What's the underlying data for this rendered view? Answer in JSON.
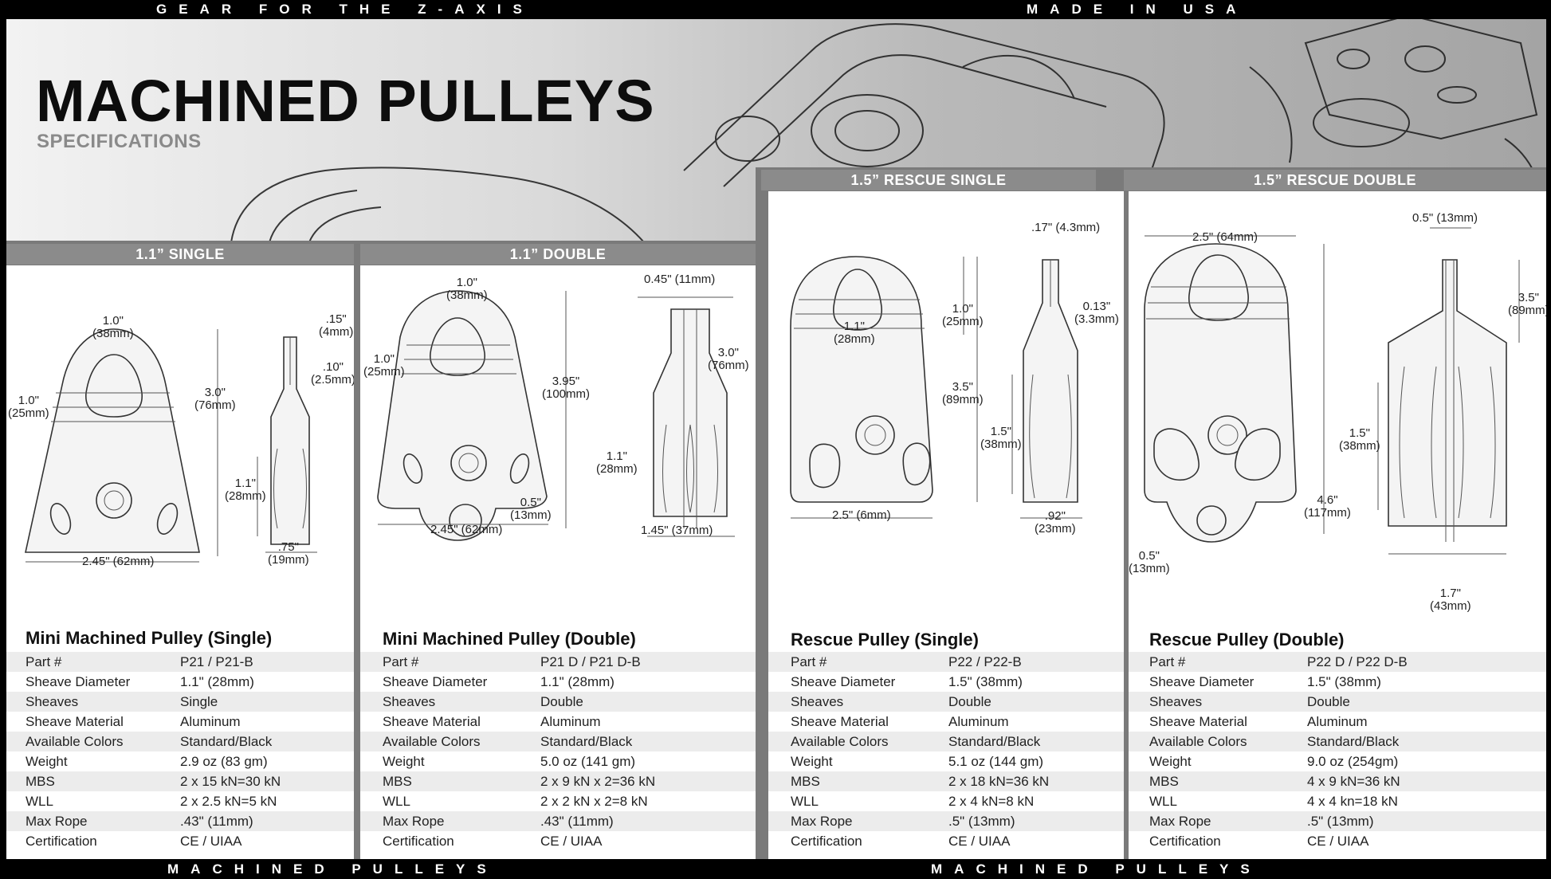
{
  "header": {
    "left_tagline": "GEAR FOR THE Z-AXIS",
    "right_tagline": "MADE IN USA",
    "title": "MACHINED PULLEYS",
    "subtitle": "SPECIFICATIONS"
  },
  "footer": {
    "left_label": "MACHINED PULLEYS",
    "right_label": "MACHINED PULLEYS"
  },
  "spec_labels": [
    "Part #",
    "Sheave Diameter",
    "Sheaves",
    "Sheave Material",
    "Available Colors",
    "Weight",
    "MBS",
    "WLL",
    "Max Rope",
    "Certification"
  ],
  "colors": {
    "panel_header": "#8b8b8b",
    "divider": "#7a7a7a",
    "row_alt": "#ececec",
    "text": "#111111"
  },
  "products": [
    {
      "header": "1.1” SINGLE",
      "name": "Mini Machined Pulley (Single)",
      "values": [
        "P21 / P21-B",
        "1.1\" (28mm)",
        "Single",
        "Aluminum",
        "Standard/Black",
        "2.9 oz (83 gm)",
        "2 x 15 kN=30 kN",
        "2 x 2.5 kN=5 kN",
        ".43\" (11mm)",
        "CE / UIAA"
      ],
      "dimensions": {
        "top_width": "1.0\"\n(38mm)",
        "eye_height": "1.0\"\n(25mm)",
        "height": "3.0\"\n(76mm)",
        "base_width": "2.45\" (62mm)",
        "plate_gap": ".15\"\n(4mm)",
        "side_gap": ".10\"\n(2.5mm)",
        "sheave_height": "1.1\"\n(28mm)",
        "side_width": ".75\"\n(19mm)"
      }
    },
    {
      "header": "1.1” DOUBLE",
      "name": "Mini Machined Pulley (Double)",
      "values": [
        "P21 D / P21 D-B",
        "1.1\" (28mm)",
        "Double",
        "Aluminum",
        "Standard/Black",
        "5.0 oz (141 gm)",
        "2 x 9 kN x 2=36 kN",
        "2 x 2 kN x 2=8 kN",
        ".43\" (11mm)",
        "CE / UIAA"
      ],
      "dimensions": {
        "top_width": "1.0\"\n(38mm)",
        "eye_height": "1.0\"\n(25mm)",
        "height": "3.95\"\n(100mm)",
        "base_width": "2.45\" (62mm)",
        "hole": "0.5\"\n(13mm)",
        "plate_width": "0.45\" (11mm)",
        "side_height": "3.0\"\n(76mm)",
        "sheave_height": "1.1\"\n(28mm)",
        "side_width": "1.45\" (37mm)"
      }
    },
    {
      "header": "1.5” RESCUE SINGLE",
      "name": "Rescue Pulley (Single)",
      "values": [
        "P22 / P22-B",
        "1.5\" (38mm)",
        "Double",
        "Aluminum",
        "Standard/Black",
        "5.1 oz (144 gm)",
        "2 x 18 kN=36 kN",
        "2 x 4 kN=8 kN",
        ".5\" (13mm)",
        "CE / UIAA"
      ],
      "dimensions": {
        "eye": "1.1\"\n(28mm)",
        "eye_height": "1.0\"\n(25mm)",
        "height": "3.5\"\n(89mm)",
        "base_width": "2.5\" (6mm)",
        "plate_width": ".17\" (4.3mm)",
        "side_gap": "0.13\"\n(3.3mm)",
        "sheave_height": "1.5\"\n(38mm)",
        "side_width": ".92\"\n(23mm)"
      }
    },
    {
      "header": "1.5” RESCUE DOUBLE",
      "name": "Rescue Pulley (Double)",
      "values": [
        "P22 D / P22 D-B",
        "1.5\" (38mm)",
        "Double",
        "Aluminum",
        "Standard/Black",
        "9.0 oz (254gm)",
        "4 x 9 kN=36 kN",
        "4 x 4 kn=18 kN",
        ".5\" (13mm)",
        "CE / UIAA"
      ],
      "dimensions": {
        "top_width": "2.5\" (64mm)",
        "height": "4.6\"\n(117mm)",
        "hole": "0.5\"\n(13mm)",
        "plate_width": "0.5\" (13mm)",
        "side_height": "3.5\"\n(89mm)",
        "sheave_height": "1.5\"\n(38mm)",
        "side_width": "1.7\"\n(43mm)"
      }
    }
  ]
}
